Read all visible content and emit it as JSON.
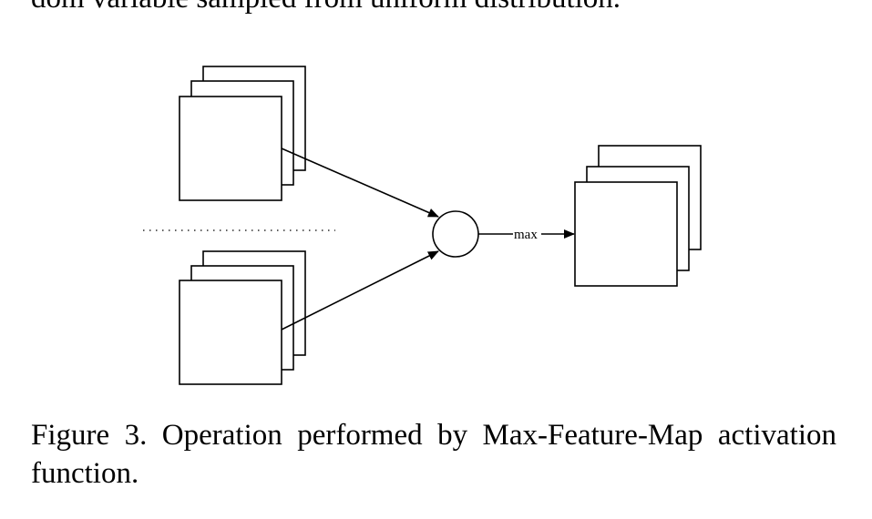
{
  "paper": {
    "previous_line": "dom variable sampled from uniform distribution.",
    "caption": "Figure 3. Operation performed by Max-Feature-Map activation function."
  },
  "diagram": {
    "operator_label": "max"
  }
}
